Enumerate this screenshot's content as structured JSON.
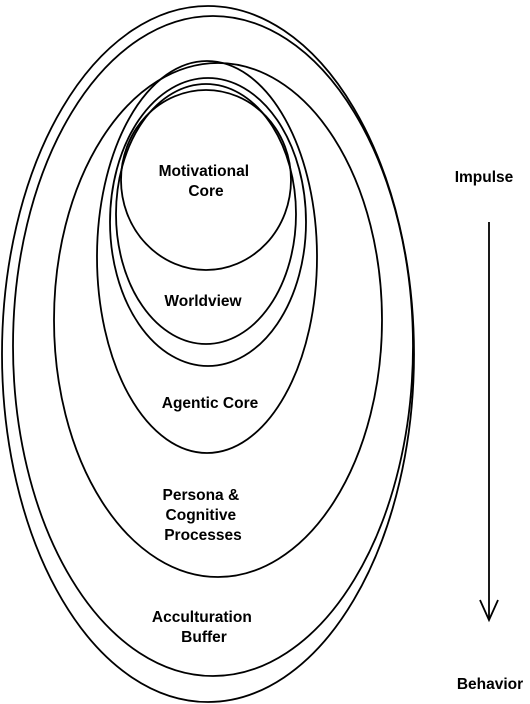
{
  "layers": {
    "core": [
      "Motivational",
      "Core"
    ],
    "worldview": "Worldview",
    "agentic": "Agentic Core",
    "persona": [
      "Persona &",
      "Cognitive",
      "Processes"
    ],
    "buffer": [
      "Acculturation",
      "Buffer"
    ]
  },
  "flow": {
    "start": "Impulse",
    "end": "Behavior"
  }
}
